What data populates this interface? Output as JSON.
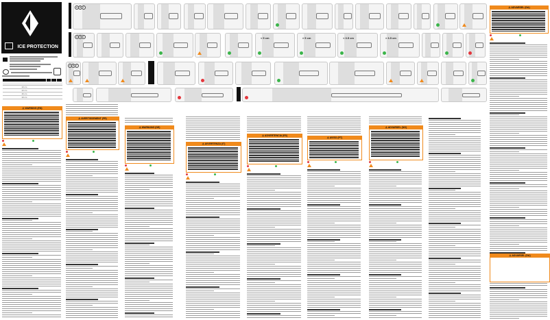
{
  "brand": {
    "product_title": "ICE PROTECTION",
    "logo": "black-diamond-logo"
  },
  "size_table": {
    "headers": [
      "",
      "",
      "",
      ""
    ],
    "rows": [
      [
        "10 cm",
        "",
        "",
        ""
      ],
      [
        "13 cm",
        "",
        "",
        ""
      ],
      [
        "16 cm",
        "",
        "",
        ""
      ],
      [
        "19 cm",
        "",
        "",
        ""
      ]
    ]
  },
  "warnings": [
    {
      "title": "⚠ WARNING (EN)"
    },
    {
      "title": "⚠ AVERTISSEMENT (FR)"
    },
    {
      "title": "⚠ WARNUNG (DE)"
    },
    {
      "title": "⚠ AVVERTENZA (IT)"
    },
    {
      "title": "⚠ ADVERTENCIA (ES)"
    },
    {
      "title": "⚠ AVISO (PT)"
    },
    {
      "title": "⚠ ADVARSEL (NO)"
    },
    {
      "title": "⚠ ADVARSEL (DA)"
    }
  ],
  "diagram_labels": {
    "a": "A",
    "b": "B",
    "c": "C",
    "measurements": [
      "< 5 cm",
      "> 5 cm",
      "< 3.5 cm",
      "> 3.5 cm"
    ]
  },
  "icons": {
    "ok": "check-circle-icon",
    "no": "prohibited-circle-icon",
    "warn": "warning-triangle-icon"
  },
  "colors": {
    "warning": "#f08a1c",
    "ok": "#3bb54a",
    "no": "#e3363c",
    "ink": "#111111"
  }
}
